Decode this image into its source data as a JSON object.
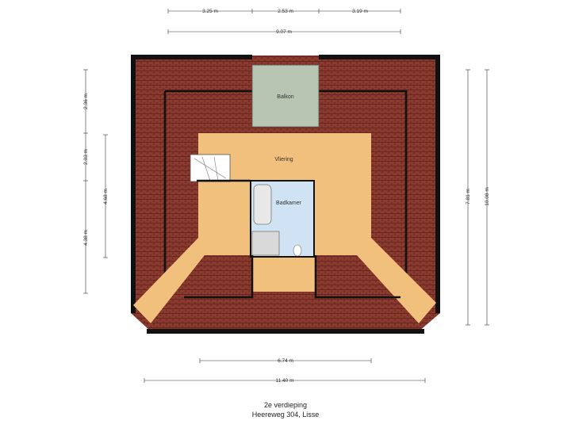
{
  "plan": {
    "colors": {
      "roof": "#8a3a2e",
      "roof_line": "#5e2218",
      "floor": "#f2c07d",
      "bath": "#cfe3f5",
      "balcony": "#b9c5b3",
      "wall": "#111111"
    },
    "rooms": {
      "balcony": "Balkon",
      "attic": "Vliering",
      "bathroom": "Badkamer"
    },
    "dimensions": {
      "top_1": "3.25 m",
      "top_2": "2.53 m",
      "top_3": "3.19 m",
      "top_total": "9.07 m",
      "left_1": "2.36 m",
      "left_2": "2.03 m",
      "left_3": "4.38 m",
      "left_inner": "4.68 m",
      "right_inner": "7.81 m",
      "right_total": "10.08 m",
      "bottom_inner": "6.74 m",
      "bottom_total": "11.40 m"
    }
  },
  "caption": {
    "floor": "2e verdieping",
    "address": "Heereweg 304, Lisse"
  }
}
